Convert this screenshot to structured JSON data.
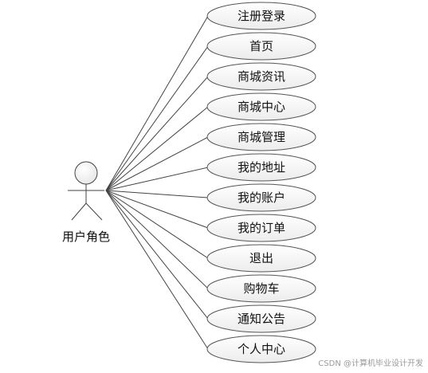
{
  "diagram": {
    "actor": {
      "label": "用户角色"
    },
    "use_cases": [
      "注册登录",
      "首页",
      "商城资讯",
      "商城中心",
      "商城管理",
      "我的地址",
      "我的账户",
      "我的订单",
      "退出",
      "购物车",
      "通知公告",
      "个人中心"
    ]
  },
  "watermark": "CSDN @计算机毕业设计开发"
}
